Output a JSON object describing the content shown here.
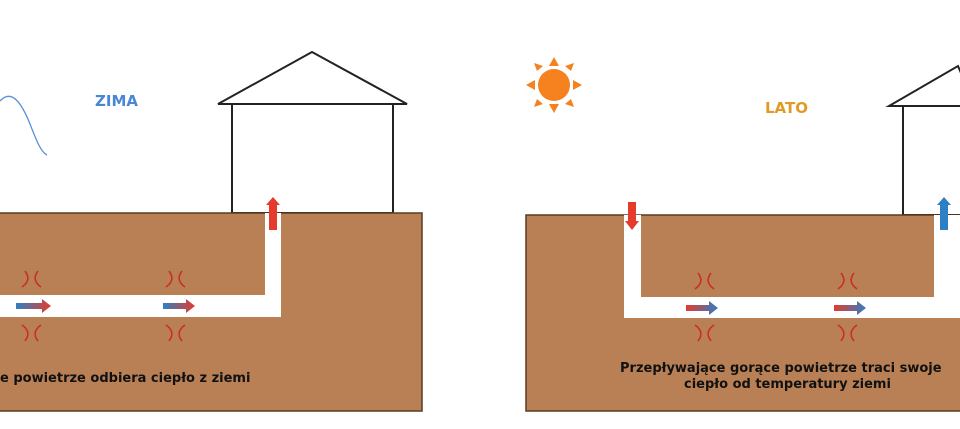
{
  "winter": {
    "label": "ZIMA",
    "caption": "e powietrze odbiera ciepło z ziemi"
  },
  "summer": {
    "label": "LATO",
    "caption_line1": "Przepływające gorące powietrze traci swoje",
    "caption_line2": "ciepło od temperatury ziemi"
  },
  "colors": {
    "ground": "#b98055",
    "ground_edge": "#5a3a22",
    "pipe": "#ffffff",
    "hot_arrow": "#e53b2c",
    "cold_arrow": "#2f7fc4",
    "winter_label": "#4a86d6",
    "summer_label": "#e39a24",
    "sun": "#f5821f",
    "heat_curve": "#c7301f"
  },
  "icons": [
    "sun-icon",
    "wave-icon",
    "heat-flow-icon",
    "air-flow-arrow-icon",
    "house-icon"
  ]
}
